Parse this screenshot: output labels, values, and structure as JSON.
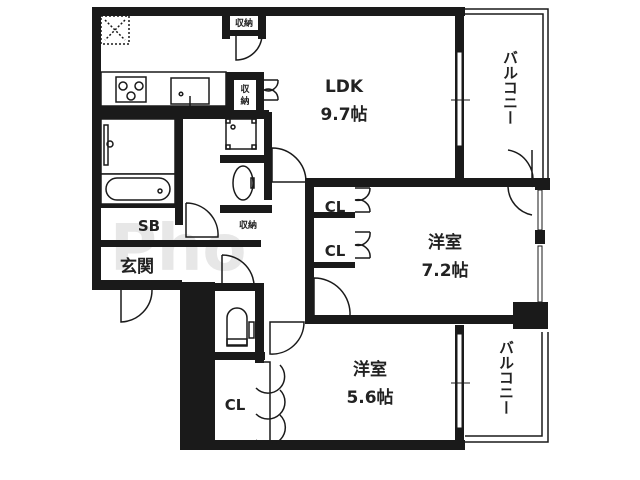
{
  "floor_plan": {
    "rooms": {
      "ldk": {
        "name": "LDK",
        "size": "9.7帖"
      },
      "western_room_1": {
        "name": "洋室",
        "size": "7.2帖"
      },
      "western_room_2": {
        "name": "洋室",
        "size": "5.6帖"
      },
      "entrance": {
        "name": "玄関"
      },
      "shoe_box": {
        "name": "SB"
      },
      "balcony_upper": {
        "name": "バルコニー"
      },
      "balcony_lower": {
        "name": "バルコニー"
      }
    },
    "storage": {
      "top": "収納",
      "kitchen_side": [
        "収",
        "納"
      ],
      "hall": "収納"
    },
    "closets": {
      "room1_a": "CL",
      "room1_b": "CL",
      "room2": "CL"
    },
    "watermark": "Pho"
  },
  "colors": {
    "wall": "#1a1a1a",
    "background": "#ffffff",
    "watermark": "#bbbbbb"
  }
}
